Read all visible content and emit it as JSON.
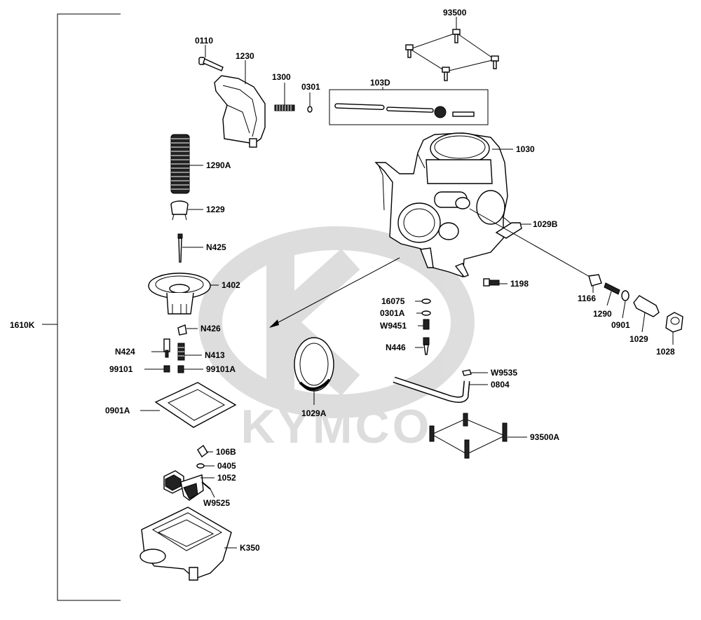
{
  "watermark": {
    "brand": "KYMCO"
  },
  "assembly": {
    "label": "1610K"
  },
  "labels": {
    "p93500": "93500",
    "p0110": "0110",
    "p1230": "1230",
    "p1300": "1300",
    "p0301": "0301",
    "p103D": "103D",
    "p1030": "1030",
    "p1290A": "1290A",
    "p1229": "1229",
    "p1029B": "1029B",
    "pN425": "N425",
    "p1402": "1402",
    "p1198": "1198",
    "p1166": "1166",
    "p1290": "1290",
    "p0901": "0901",
    "p1029": "1029",
    "p1028": "1028",
    "p16075": "16075",
    "p0301A": "0301A",
    "pW9451": "W9451",
    "pN426": "N426",
    "pN424": "N424",
    "pN413": "N413",
    "pN446": "N446",
    "p99101": "99101",
    "p99101A": "99101A",
    "pW9535": "W9535",
    "p0804": "0804",
    "p0901A": "0901A",
    "p1029A": "1029A",
    "p93500A": "93500A",
    "p106B": "106B",
    "p0405": "0405",
    "p1052": "1052",
    "pW9525": "W9525",
    "pK350": "K350"
  }
}
